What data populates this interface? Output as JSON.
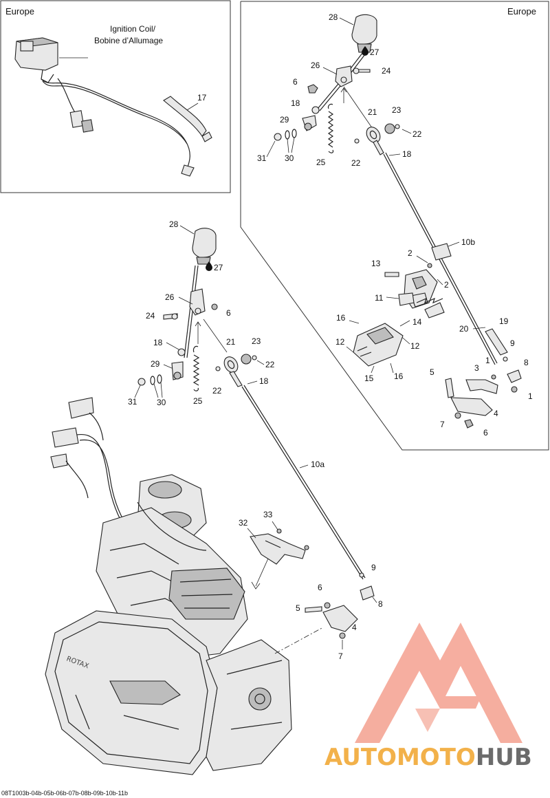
{
  "regions": {
    "coil_box": "Europe",
    "shifter_box": "Europe"
  },
  "ignition_coil_label": {
    "line1": "Ignition Coil/",
    "line2": "Bobine d’Allumage"
  },
  "callouts": {
    "c17": "17",
    "a28": "28",
    "a27": "27",
    "a26": "26",
    "a24": "24",
    "a6": "6",
    "a18": "18",
    "a29": "29",
    "a31": "31",
    "a30": "30",
    "a25": "25",
    "a21": "21",
    "a23": "23",
    "a22a": "22",
    "a22b": "22",
    "a18b": "18",
    "a10b": "10b",
    "a2a": "2",
    "a2b": "2",
    "a13": "13",
    "a11": "11",
    "a14": "14",
    "a16a": "16",
    "a16b": "16",
    "a12a": "12",
    "a12b": "12",
    "a15": "15",
    "a20": "20",
    "a19": "19",
    "a9": "9",
    "a8": "8",
    "a1a": "1",
    "a1b": "1",
    "a3": "3",
    "a5": "5",
    "a4": "4",
    "a7": "7",
    "a6b": "6",
    "b28": "28",
    "b27": "27",
    "b26": "26",
    "b24": "24",
    "b6": "6",
    "b18": "18",
    "b29": "29",
    "b31": "31",
    "b30": "30",
    "b25": "25",
    "b21": "21",
    "b23": "23",
    "b22a": "22",
    "b22b": "22",
    "b18b": "18",
    "b10a": "10a",
    "b32": "32",
    "b33": "33",
    "b9": "9",
    "b6b": "6",
    "b5": "5",
    "b4": "4",
    "b8": "8",
    "b7": "7"
  },
  "engine_badge": "ROTAX",
  "watermark": {
    "part1": "AUTOMOTO",
    "part2": "HUB",
    "color_primary": "#f4a08f",
    "color_secondary": "#f2b14a",
    "color_dark": "#6b6b6b"
  },
  "footer_code": "08T1003b-04b-05b-06b-07b-08b-09b-10b-11b",
  "icons": {
    "oil_drop": "drop-icon"
  }
}
